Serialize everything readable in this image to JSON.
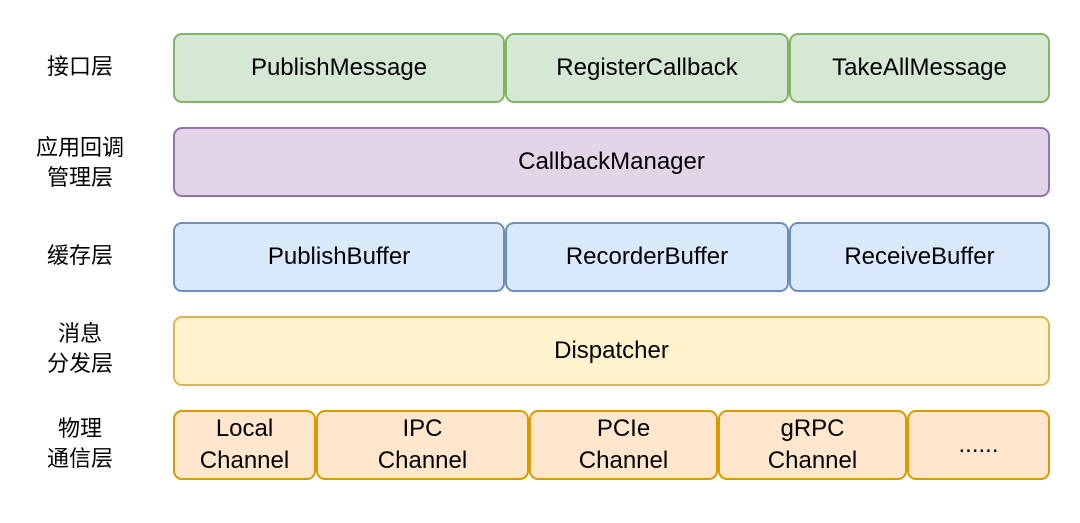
{
  "layers": {
    "interface": {
      "label": [
        "接口层"
      ],
      "boxes": [
        "PublishMessage",
        "RegisterCallback",
        "TakeAllMessage"
      ]
    },
    "callback": {
      "label": [
        "应用回调",
        "管理层"
      ],
      "boxes": [
        "CallbackManager"
      ]
    },
    "buffer": {
      "label": [
        "缓存层"
      ],
      "boxes": [
        "PublishBuffer",
        "RecorderBuffer",
        "ReceiveBuffer"
      ]
    },
    "dispatch": {
      "label": [
        "消息",
        "分发层"
      ],
      "boxes": [
        "Dispatcher"
      ]
    },
    "physical": {
      "label": [
        "物理",
        "通信层"
      ],
      "boxes": [
        [
          "Local",
          "Channel"
        ],
        [
          "IPC",
          "Channel"
        ],
        [
          "PCIe",
          "Channel"
        ],
        [
          "gRPC",
          "Channel"
        ],
        [
          "......"
        ]
      ]
    }
  },
  "colors": {
    "interface_fill": "#d5e8d4",
    "interface_border": "#82b366",
    "callback_fill": "#e1d5e7",
    "callback_border": "#9673a6",
    "buffer_fill": "#dae8fc",
    "buffer_border": "#6c8ebf",
    "dispatch_fill": "#fff2cc",
    "dispatch_border": "#d6b656",
    "physical_fill": "#ffe6cc",
    "physical_border": "#d79b00"
  }
}
